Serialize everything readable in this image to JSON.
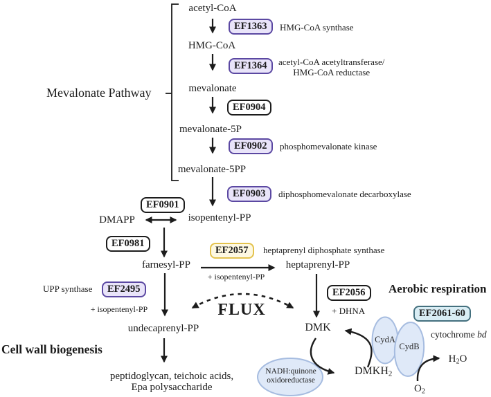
{
  "headings": {
    "mevalonate_pathway": "Mevalonate Pathway",
    "aerobic_respiration": "Aerobic respiration",
    "cell_wall_biogenesis": "Cell wall biogenesis",
    "flux": "FLUX"
  },
  "metabolites": {
    "acetyl_coa": "acetyl-CoA",
    "hmg_coa": "HMG-CoA",
    "mevalonate": "mevalonate",
    "mevalonate_5p": "mevalonate-5P",
    "mevalonate_5pp": "mevalonate-5PP",
    "isopentenyl_pp": "isopentenyl-PP",
    "dmapp": "DMAPP",
    "farnesyl_pp": "farnesyl-PP",
    "heptaprenyl_pp": "heptaprenyl-PP",
    "undecaprenyl_pp": "undecaprenyl-PP",
    "dmk": "DMK",
    "dmkh2": {
      "base": "DMKH",
      "sub": "2"
    },
    "o2": {
      "base": "O",
      "sub": "2"
    },
    "h2o": {
      "base": "H",
      "sub": "2",
      "post": "O"
    },
    "cell_wall_products_line1": "peptidoglycan, teichoic acids,",
    "cell_wall_products_line2": "Epa polysaccharide"
  },
  "enzymes": {
    "ef1363": {
      "id": "EF1363",
      "name": "HMG-CoA synthase"
    },
    "ef1364": {
      "id": "EF1364",
      "name_line1": "acetyl-CoA acetyltransferase/",
      "name_line2": "HMG-CoA reductase"
    },
    "ef0904": {
      "id": "EF0904"
    },
    "ef0902": {
      "id": "EF0902",
      "name": "phosphomevalonate kinase"
    },
    "ef0903": {
      "id": "EF0903",
      "name": "diphosphomevalonate decarboxylase"
    },
    "ef0901": {
      "id": "EF0901"
    },
    "ef0981": {
      "id": "EF0981"
    },
    "ef2057": {
      "id": "EF2057",
      "name": "heptaprenyl diphosphate synthase"
    },
    "ef2495": {
      "id": "EF2495",
      "name": "UPP synthase"
    },
    "ef2056": {
      "id": "EF2056",
      "cofactor": "+ DHNA"
    },
    "ef2061_60": {
      "id": "EF2061-60",
      "name_pre": "cytochrome",
      "name_italic": "bd"
    }
  },
  "annotations": {
    "plus_isopentenyl_pp_hepta": "+ isopentenyl-PP",
    "plus_isopentenyl_pp_upp": "+ isopentenyl-PP"
  },
  "proteins": {
    "cyda": "CydA",
    "cydb": "CydB",
    "nadh_line1": "NADH:quinone",
    "nadh_line2": "oxidoreductase"
  },
  "colors": {
    "purple_fill": "#e9e4f9",
    "purple_border": "#5b48a2",
    "yellow_fill": "#fdf8e1",
    "yellow_border": "#e3c24d",
    "cyan_fill": "#d9edf4",
    "cyan_border": "#44707e",
    "white_fill": "#ffffff",
    "box_border": "#1c1c1c",
    "ellipse_fill": "#dfe9f8",
    "ellipse_border": "#a6bce0",
    "arrow": "#1c1c1c"
  }
}
